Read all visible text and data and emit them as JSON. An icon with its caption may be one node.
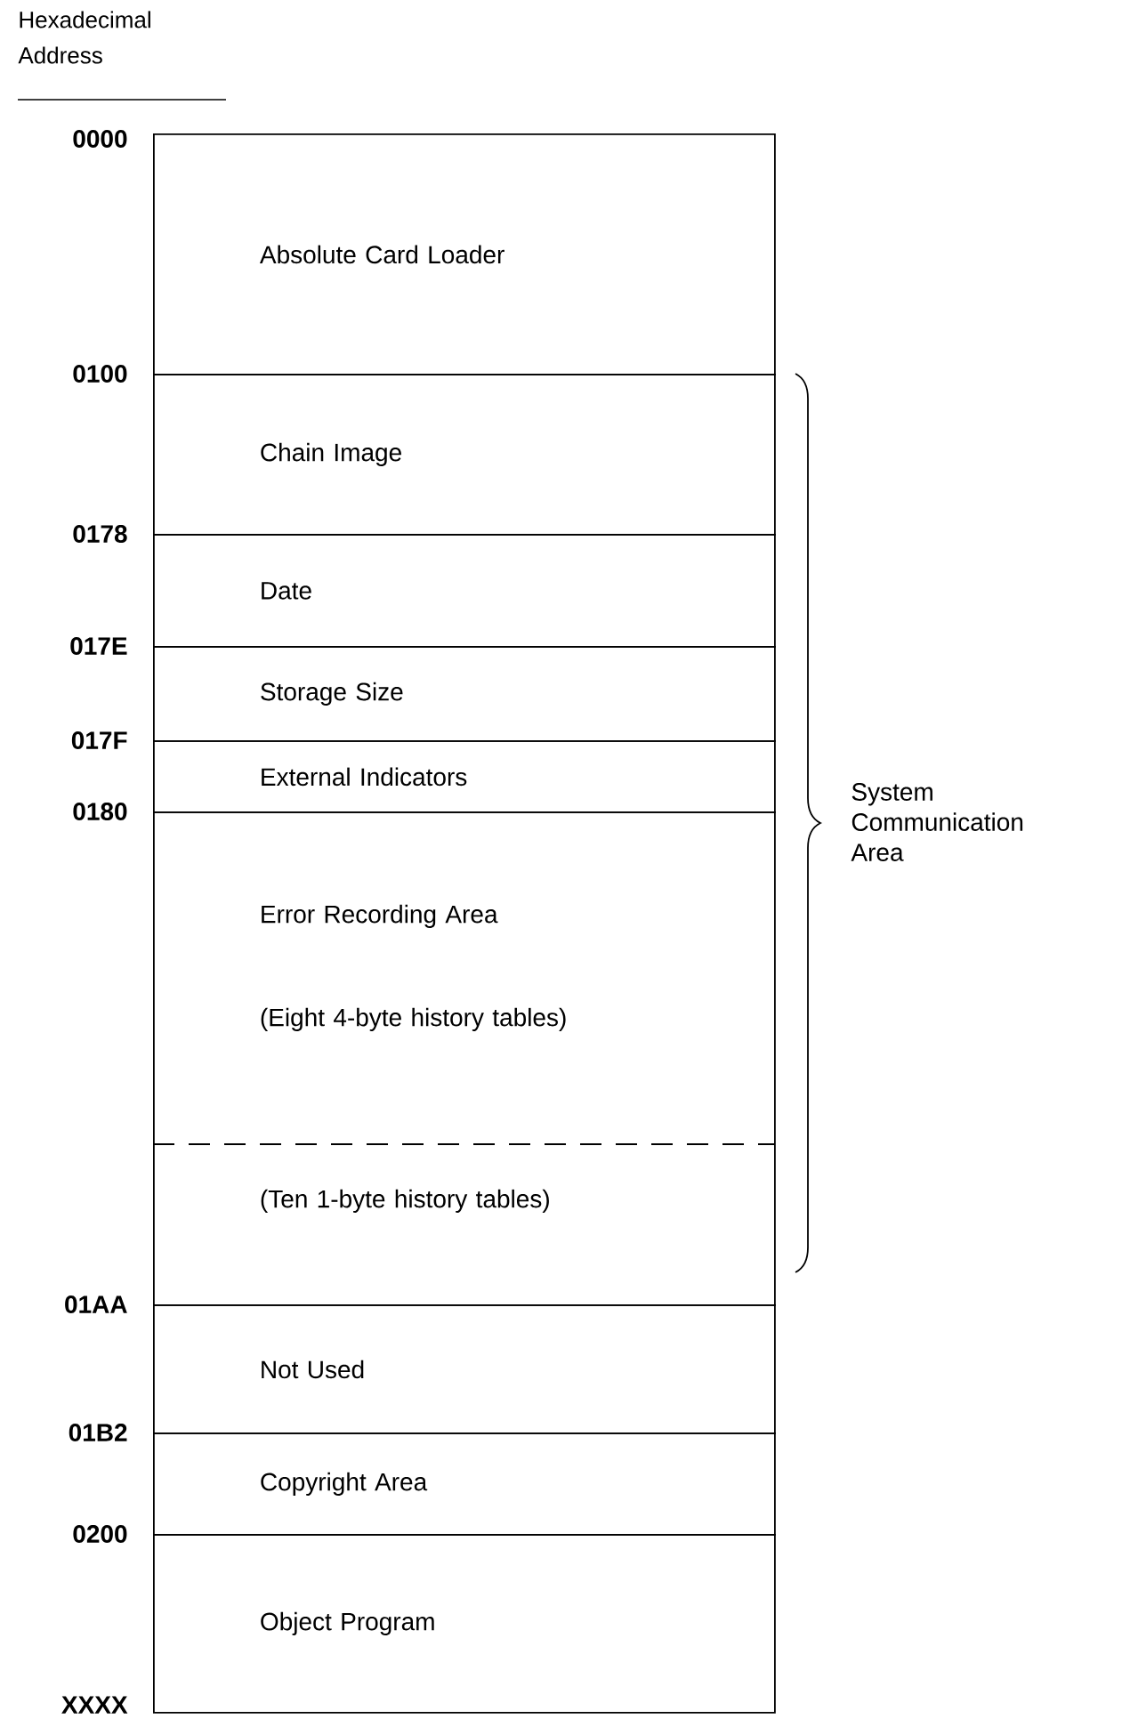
{
  "diagram": {
    "nodes": [
      {
        "text": [
          "Absolute Card Loader"
        ]
      },
      {
        "text": [
          "Chain Image"
        ]
      },
      {
        "text": [
          "Date"
        ]
      },
      {
        "text": [
          "Storage Size"
        ]
      },
      {
        "text": [
          "External Indicators"
        ]
      },
      {
        "text": [
          "Error Recording Area",
          "(Eight 4-byte history tables)",
          "(Ten 1-byte history tables)"
        ]
      },
      {
        "text": [
          "Not Used"
        ]
      },
      {
        "text": [
          "Copyright Area"
        ]
      },
      {
        "text": [
          "Object Program"
        ]
      }
    ],
    "labels": [
      "Hexadecimal Address",
      "0000",
      "0100",
      "0178",
      "017E",
      "017F",
      "0180",
      "01AA",
      "01B2",
      "0200",
      "XXXX",
      "System Communication Area"
    ]
  }
}
